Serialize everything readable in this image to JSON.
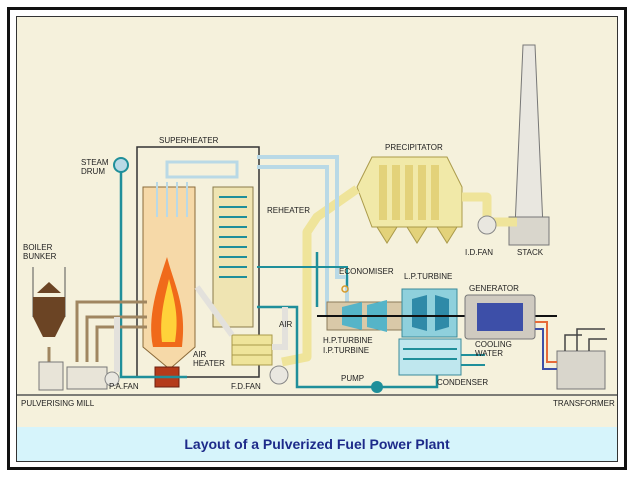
{
  "labels": {
    "superheater": "SUPERHEATER",
    "steam_drum_1": "STEAM",
    "steam_drum_2": "DRUM",
    "reheater": "REHEATER",
    "precipitator": "PRECIPITATOR",
    "boiler_bunker_1": "BOILER",
    "boiler_bunker_2": "BUNKER",
    "economiser": "ECONOMISER",
    "lp_turbine": "L.P.TURBINE",
    "id_fan": "I.D.FAN",
    "stack": "STACK",
    "generator": "GENERATOR",
    "air": "AIR",
    "hp_turbine": "H.P.TURBINE",
    "ip_turbine": "I.P.TURBINE",
    "cooling_water_1": "COOLING",
    "cooling_water_2": "WATER",
    "air_heater_1": "AIR",
    "air_heater_2": "HEATER",
    "pa_fan": "P.A.FAN",
    "fd_fan": "F.D.FAN",
    "pump": "PUMP",
    "condenser": "CONDENSER",
    "pulverising_mill": "PULVERISING MILL",
    "transformer": "TRANSFORMER"
  },
  "caption": "Layout of a Pulverized Fuel Power Plant",
  "colors": {
    "background": "#f5f1dc",
    "caption_bg": "#d6f4fb",
    "caption_text": "#1d2a8a",
    "flue_gas": "#efe49a",
    "steam": "#b9d9e6",
    "water": "#1f8f9a",
    "fire": "#f06a1a",
    "coal": "#6b4424",
    "turbine": "#55b4c8",
    "generator": "#3d4fa8"
  }
}
